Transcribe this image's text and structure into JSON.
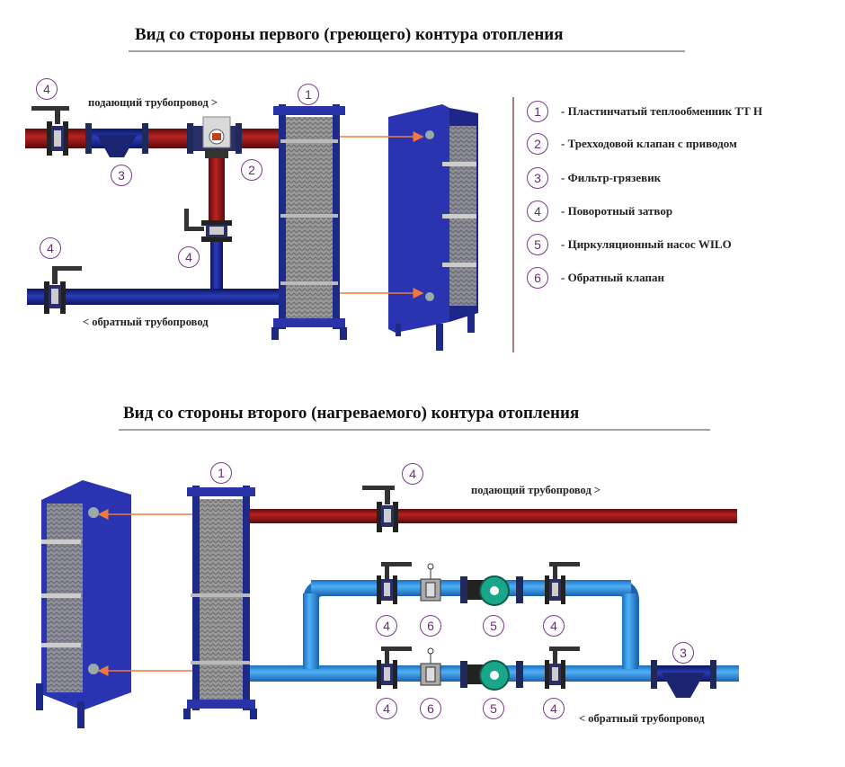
{
  "titles": {
    "top": "Вид со стороны первого (греющего) контура отопления",
    "bottom": "Вид со стороны второго (нагреваемого)  контура отопления"
  },
  "labels": {
    "top_supply": "подающий трубопровод >",
    "top_return": "< обратный трубопровод",
    "bottom_supply": "подающий трубопровод >",
    "bottom_return": "< обратный трубопровод"
  },
  "legend": [
    {
      "num": "1",
      "text": "- Пластинчатый теплообменник ТТ Н"
    },
    {
      "num": "2",
      "text": "- Трехходовой клапан с приводом"
    },
    {
      "num": "3",
      "text": "- Фильтр-грязевик"
    },
    {
      "num": "4",
      "text": "- Поворотный затвор"
    },
    {
      "num": "5",
      "text": "- Циркуляционный насос WILO"
    },
    {
      "num": "6",
      "text": "- Обратный клапан"
    }
  ],
  "callouts": {
    "top_valve_supply": "4",
    "top_filter": "3",
    "top_hx": "1",
    "top_3way": "2",
    "top_valve_bypass": "4",
    "top_valve_return": "4",
    "bot_hx": "1",
    "bot_valve_supply": "4",
    "bot_valve_a1": "4",
    "bot_check_a": "6",
    "bot_pump_a": "5",
    "bot_valve_a2": "4",
    "bot_valve_b1": "4",
    "bot_check_b": "6",
    "bot_pump_b": "5",
    "bot_valve_b2": "4",
    "bot_filter": "3"
  },
  "colors": {
    "hot_pipe": "#8e1616",
    "cold_pipe_top": "#1a2a8a",
    "cold_pipe_bottom": "#2d8fe0",
    "frame": "#2a2f9a",
    "pump": "#1aa68a",
    "arrow": "#f0783c",
    "callout": "#7a3a8a"
  }
}
